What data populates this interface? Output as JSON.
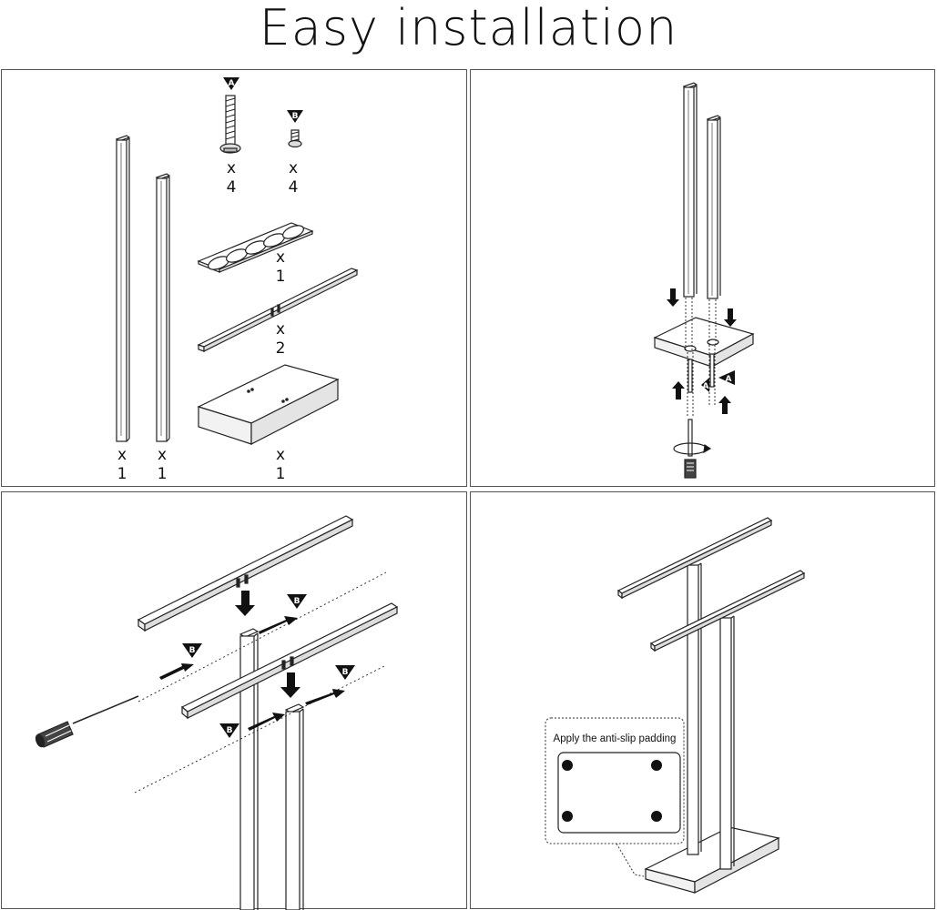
{
  "title": "Easy installation",
  "parts": {
    "screw_a": {
      "label": "A",
      "mult": "x",
      "qty": "4"
    },
    "screw_b": {
      "label": "B",
      "mult": "x",
      "qty": "4"
    },
    "anti_slip_pads": {
      "mult": "x",
      "qty": "1"
    },
    "crossbars": {
      "mult": "x",
      "qty": "2"
    },
    "base": {
      "mult": "x",
      "qty": "1"
    },
    "tall_pole": {
      "mult": "x",
      "qty": "1"
    },
    "short_pole": {
      "mult": "x",
      "qty": "1"
    }
  },
  "step2": {
    "badge_a": "A"
  },
  "step3": {
    "badge_b": "B"
  },
  "step4": {
    "callout": "Apply the anti-slip padding"
  },
  "colors": {
    "line": "#222222",
    "panel_border": "#555555",
    "background": "#ffffff"
  }
}
